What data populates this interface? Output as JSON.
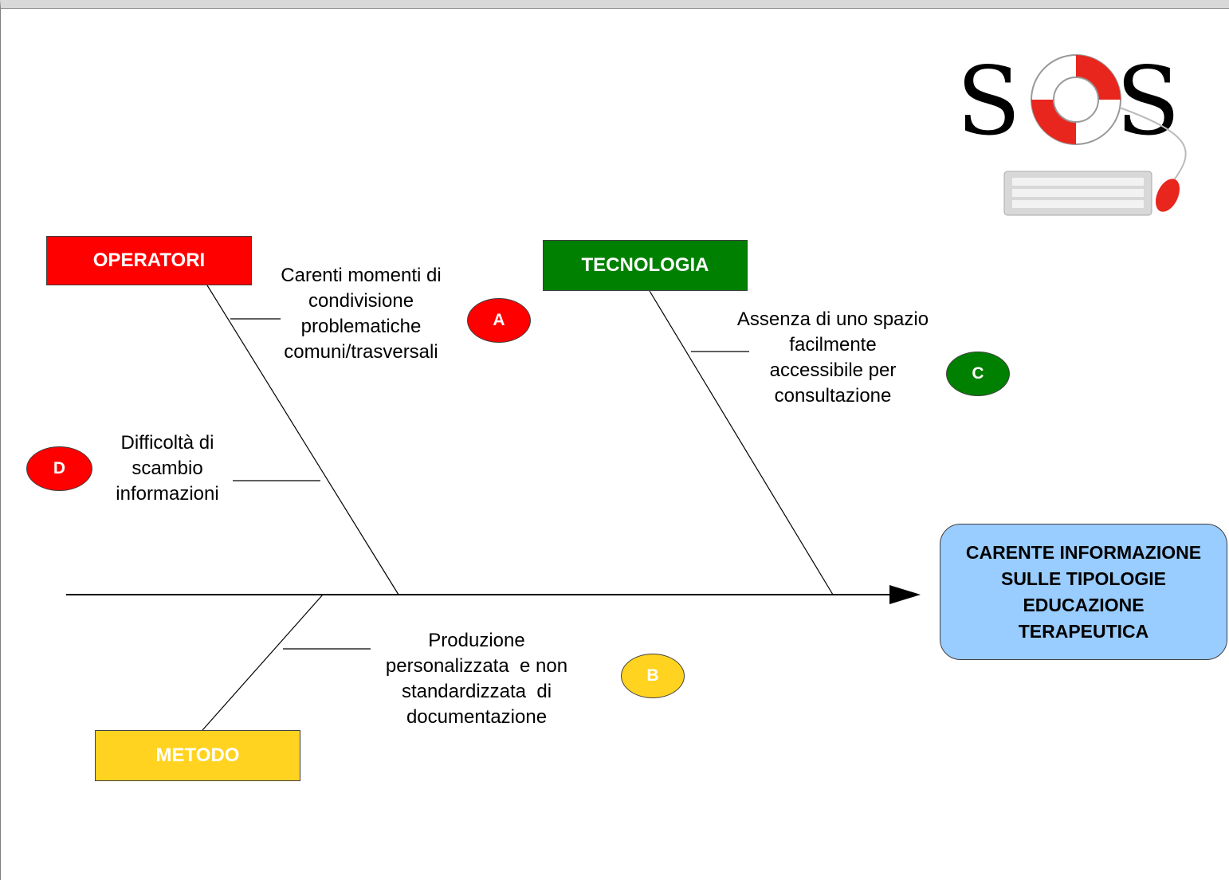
{
  "categories": {
    "operatori": "OPERATORI",
    "tecnologia": "TECNOLOGIA",
    "metodo": "METODO"
  },
  "causes": {
    "a": [
      "Carenti momenti di",
      "condivisione",
      "problematiche",
      "comuni/trasversali"
    ],
    "c": [
      "Assenza di uno spazio",
      "facilmente",
      "accessibile per",
      "consultazione"
    ],
    "d": [
      "Difficoltà di",
      "scambio",
      "informazioni"
    ],
    "b": [
      "Produzione",
      "personalizzata  e non",
      "standardizzata  di",
      "documentazione"
    ]
  },
  "badges": {
    "a": "A",
    "b": "B",
    "c": "C",
    "d": "D"
  },
  "effect": [
    "CARENTE INFORMAZIONE",
    "SULLE TIPOLOGIE",
    "EDUCAZIONE",
    "TERAPEUTICA"
  ],
  "logo": {
    "text": "SOS"
  },
  "colors": {
    "operatori": "#ff0000",
    "tecnologia": "#008000",
    "metodo": "#ffd320",
    "effect": "#99ccff"
  }
}
